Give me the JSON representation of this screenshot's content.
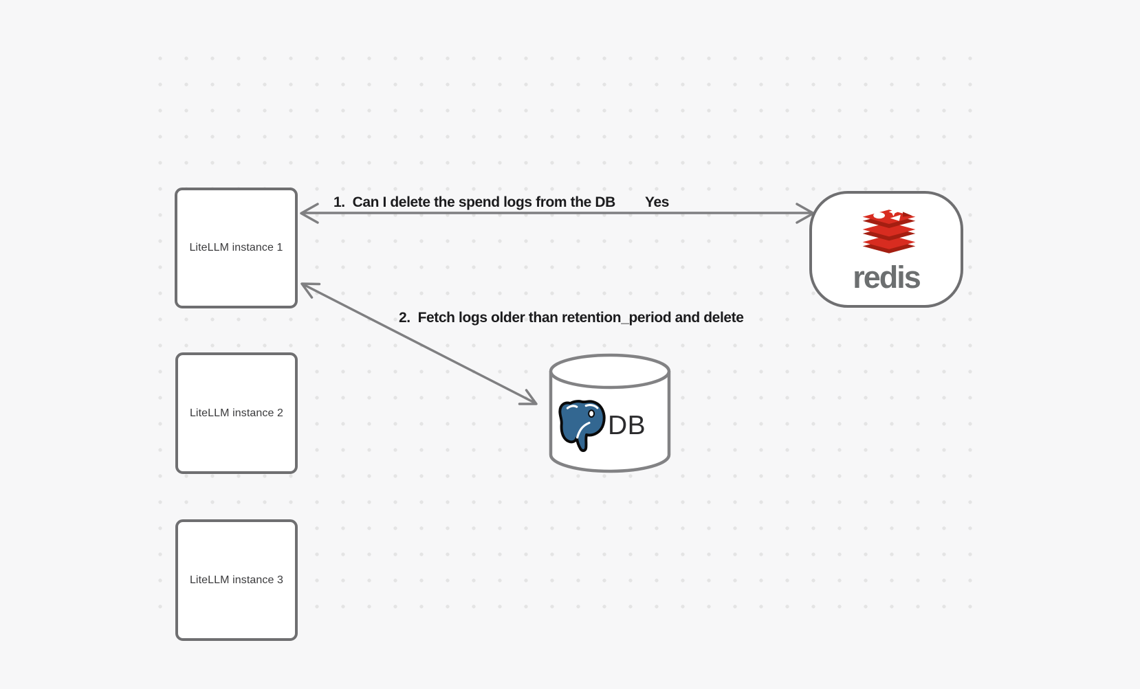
{
  "background": {
    "color": "#f7f7f8",
    "dot_color": "#e4e4e4"
  },
  "nodes": {
    "instance1": {
      "label": "LiteLLM instance 1"
    },
    "instance2": {
      "label": "LiteLLM instance 2"
    },
    "instance3": {
      "label": "LiteLLM instance 3"
    },
    "redis": {
      "wordmark": "redis",
      "icon": "redis-logo-icon",
      "logo_red": "#d82c20",
      "logo_dark_red": "#a41e11",
      "wordmark_color": "#6c6f70"
    },
    "db": {
      "label": "DB",
      "icon": "postgresql-elephant-icon",
      "postgres_blue": "#336791"
    }
  },
  "edges": {
    "edge1": {
      "from": "instance1",
      "to": "redis",
      "label": "1.  Can I delete the spend logs from the DB",
      "response": "Yes"
    },
    "edge2": {
      "from": "instance1",
      "to": "db",
      "label": "2.  Fetch logs older than retention_period and delete"
    }
  },
  "style": {
    "node_border": "#6f6f71",
    "node_fill": "#ffffff",
    "arrow_color": "#7f7f81",
    "edge_label_color": "#1b1b1d",
    "node_text_color": "#3a3a3c"
  }
}
